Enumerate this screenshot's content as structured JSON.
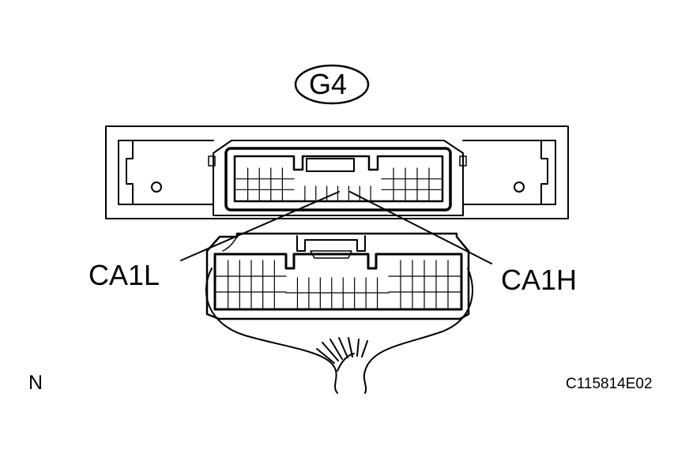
{
  "connector_id": "G4",
  "pins": {
    "left": "CA1L",
    "right": "CA1H"
  },
  "view_marker": "N",
  "figure_code": "C115814E02",
  "colors": {
    "line": "#000000",
    "background": "#ffffff"
  }
}
